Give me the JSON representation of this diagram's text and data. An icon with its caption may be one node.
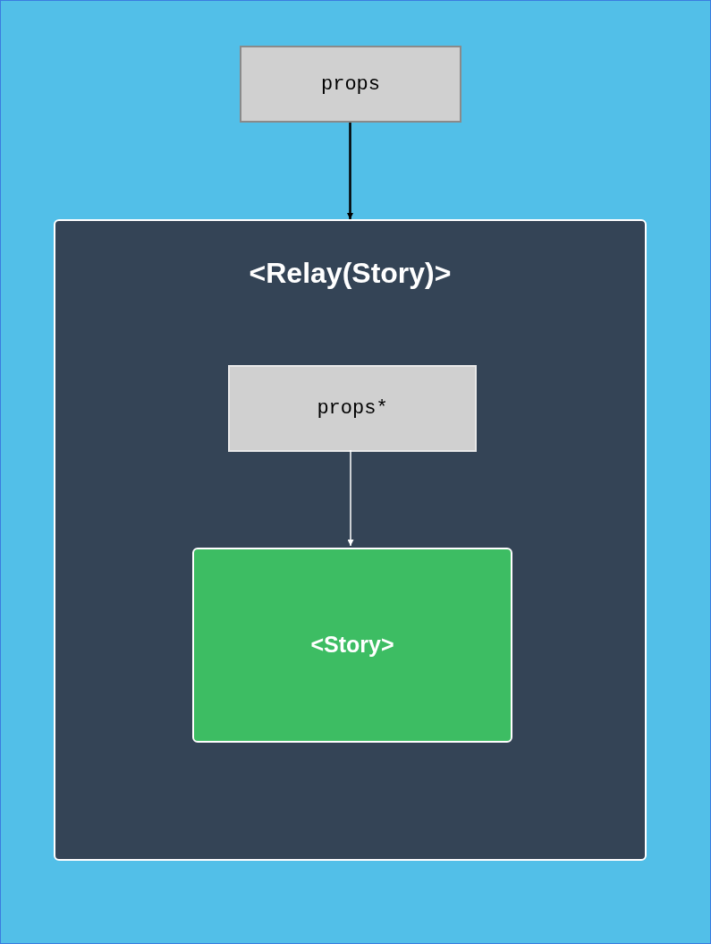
{
  "diagram": {
    "nodes": [
      {
        "text": [
          "props"
        ]
      },
      {
        "text": [
          "<Relay(Story)>"
        ]
      },
      {
        "text": [
          "props*"
        ],
        "in": 1
      },
      {
        "text": [
          "<Story>"
        ],
        "in": 1
      }
    ],
    "edges": [
      {
        "from": 0,
        "to": 1,
        "arrow": "to"
      },
      {
        "from": 2,
        "to": 3,
        "arrow": "to",
        "color": "#ffffff"
      }
    ]
  }
}
